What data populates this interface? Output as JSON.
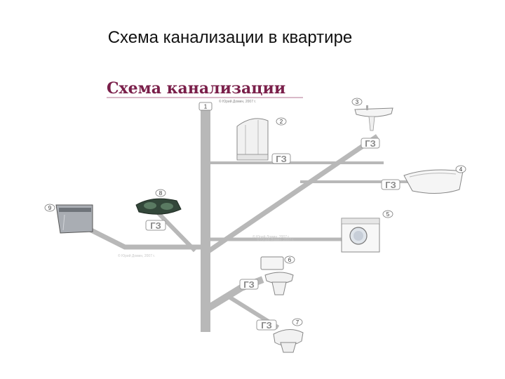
{
  "slide": {
    "title": "Схема канализации в квартире"
  },
  "diagram": {
    "heading": "Схема канализации",
    "copyright": "© Юрий Домин, 2007 г.",
    "fitting_label": "ГЗ",
    "numbers": [
      "1",
      "2",
      "3",
      "4",
      "5",
      "6",
      "7",
      "8",
      "9"
    ],
    "watermark": "© Юрий Домин, 2007 г.",
    "colors": {
      "pipe": "#b8b8b8",
      "pipe_dark": "#9a9a9a",
      "heading": "#7a1f4a",
      "fitting_text": "#8a8a8a"
    },
    "fixtures": [
      {
        "num": "1",
        "icon": "riser-pipe-icon"
      },
      {
        "num": "2",
        "icon": "shower-cabin-icon"
      },
      {
        "num": "3",
        "icon": "washbasin-icon"
      },
      {
        "num": "4",
        "icon": "bathtub-icon"
      },
      {
        "num": "5",
        "icon": "washing-machine-icon"
      },
      {
        "num": "6",
        "icon": "toilet-icon"
      },
      {
        "num": "7",
        "icon": "bidet-icon"
      },
      {
        "num": "8",
        "icon": "kitchen-sink-icon"
      },
      {
        "num": "9",
        "icon": "dishwasher-icon"
      }
    ]
  }
}
